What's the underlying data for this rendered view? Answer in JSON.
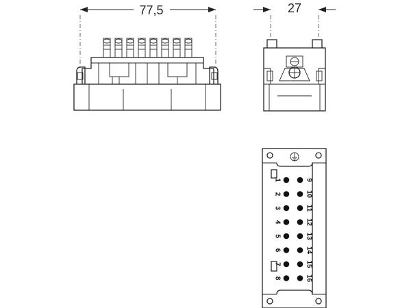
{
  "dimensions": {
    "width_label": "77,5",
    "depth_label": "27"
  },
  "pin_labels": {
    "left_column": [
      "1",
      "2",
      "3",
      "4",
      "5",
      "6",
      "7",
      "8"
    ],
    "right_column": [
      "9",
      "10",
      "11",
      "12",
      "13",
      "14",
      "15",
      "16"
    ]
  },
  "icons": {
    "ground": "ground-symbol-icon"
  }
}
